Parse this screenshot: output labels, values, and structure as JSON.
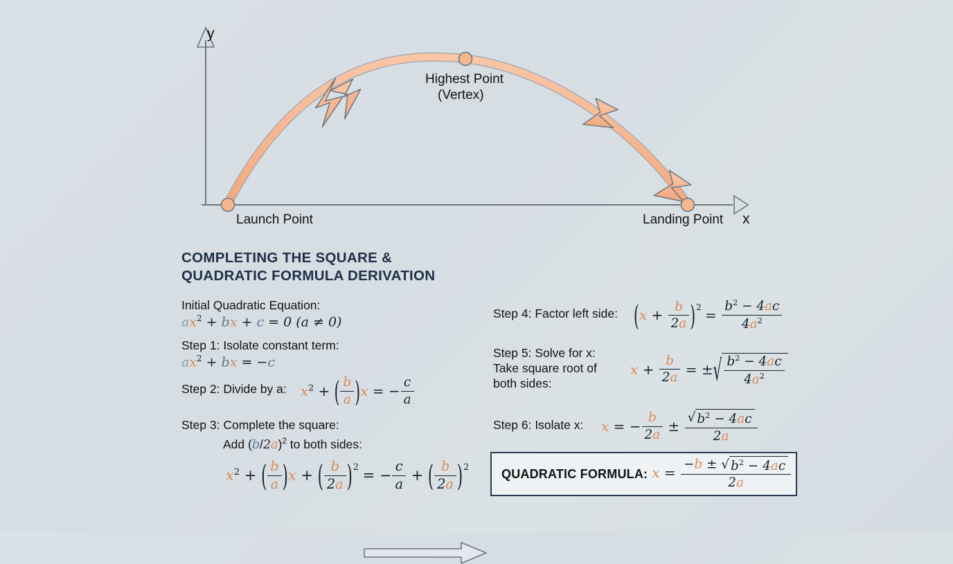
{
  "background": {
    "base_color": "#d7dee4",
    "accent_color": "#f5b089"
  },
  "diagram": {
    "name": "projectile-trajectory-parabola",
    "axis_y_label": "y",
    "axis_x_label": "x",
    "labels": {
      "launch_point": "Launch Point",
      "vertex_line1": "Highest Point",
      "vertex_line2": "(Vertex)",
      "landing_point": "Landing Point"
    },
    "curve_color": "#f5b089",
    "curve_outline": "#6f7681",
    "axis_color": "#6f7681"
  },
  "derivation": {
    "title_line1": "COMPLETING THE SQUARE &",
    "title_line2": "QUADRATIC FORMULA DERIVATION",
    "title_color": "#1f3048",
    "left_column": {
      "initial_label": "Initial Quadratic Equation:",
      "initial_equation": "ax² + bx + c = 0 (a ≠ 0)",
      "step1_label": "Step 1: Isolate constant term:",
      "step1_equation": "ax² + bx = −c",
      "step2_label": "Step 2: Divide by a:",
      "step2_equation": "x² + (b/a)x = −c/a",
      "step3_label": "Step 3: Complete the square:",
      "step3_sublabel": "Add (b/2a)² to both sides:",
      "step3_equation": "x² + (b/a)x + (b/2a)² = −c/a + (b/2a)²"
    },
    "right_column": {
      "step4_label": "Step 4: Factor left side:",
      "step4_equation": "(x + b/2a)² = (b² − 4ac)/(4a²)",
      "step5_label_line1": "Step 5: Solve for x:",
      "step5_label_line2": "Take square root of",
      "step5_label_line3": "both sides:",
      "step5_equation": "x + b/2a = ±√((b² − 4ac)/(4a²))",
      "step6_label": "Step 6: Isolate x:",
      "step6_equation": "x = −b/2a ± √(b² − 4ac)/2a",
      "formula_box_label": "QUADRATIC FORMULA:",
      "formula_box_equation": "x = (−b ± √(b² − 4ac)) / 2a"
    },
    "variable_colors": {
      "a": "#8d96a3",
      "b": "#5a7693",
      "c": "#5a7693",
      "x": "#d98a55"
    }
  }
}
